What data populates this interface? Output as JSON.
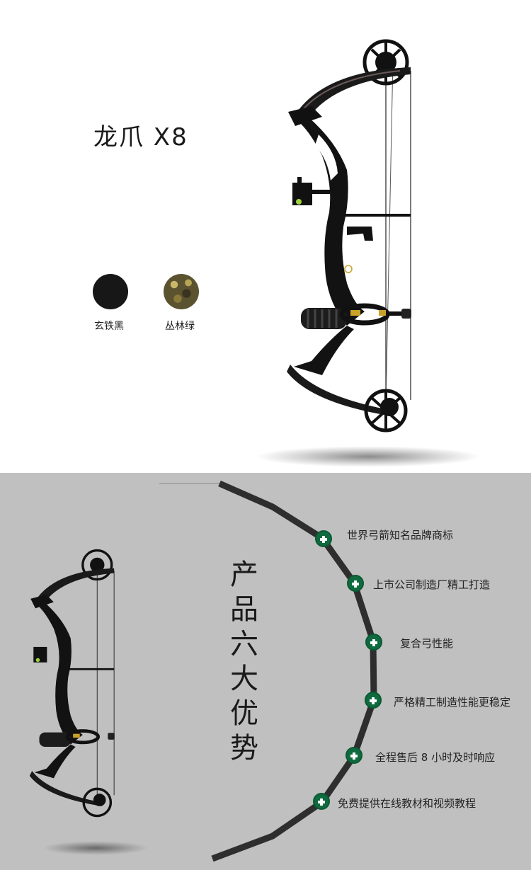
{
  "product": {
    "title": "龙爪 X8",
    "colors": [
      {
        "label": "玄铁黑",
        "swatch": "#171717"
      },
      {
        "label": "丛林绿",
        "swatch": "camo"
      }
    ]
  },
  "advantages": {
    "heading": [
      "产",
      "品",
      "六",
      "大",
      "优",
      "势"
    ],
    "items": [
      {
        "text": "世界弓箭知名品牌商标",
        "icon": "plus-icon"
      },
      {
        "text": "上市公司制造厂精工打造",
        "icon": "plus-icon"
      },
      {
        "text": "复合弓性能",
        "icon": "plus-icon"
      },
      {
        "text": "严格精工制造性能更稳定",
        "icon": "plus-icon"
      },
      {
        "text": "全程售后 8 小时及时响应",
        "icon": "plus-icon"
      },
      {
        "text": "免费提供在线教材和视频教程",
        "icon": "plus-icon"
      }
    ],
    "accent_color": "#0f6b3f"
  }
}
